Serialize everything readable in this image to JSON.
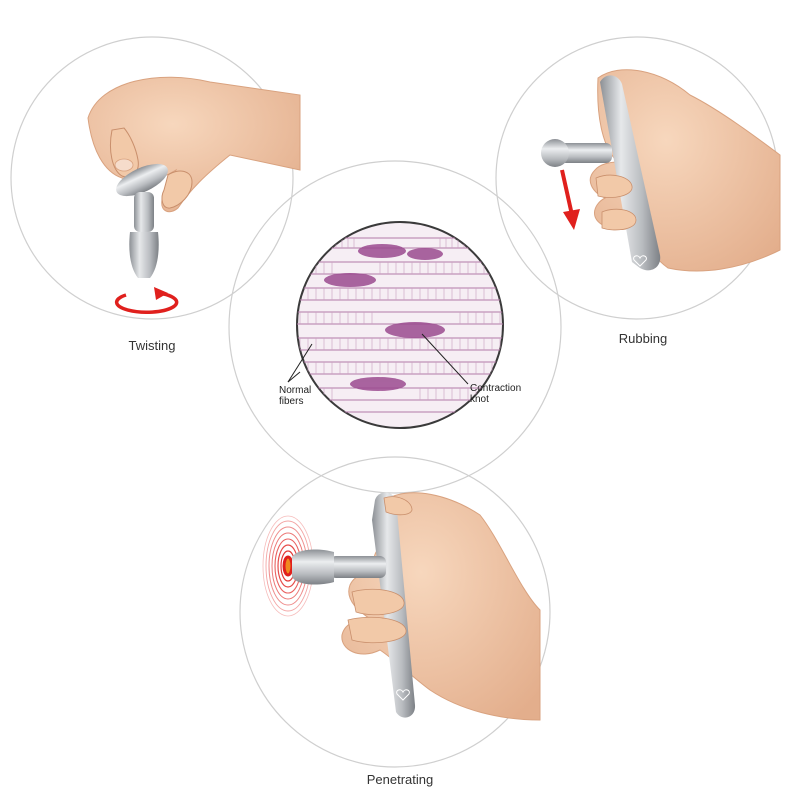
{
  "labels": {
    "twisting": "Twisting",
    "rubbing": "Rubbing",
    "penetrating": "Penetrating"
  },
  "micrograph": {
    "normal_fibers": [
      "Normal",
      "fibers"
    ],
    "contraction_knot": [
      "Contraction",
      "knot"
    ]
  },
  "colors": {
    "circle_stroke": "#cfcfcf",
    "skin": "#f2c9a8",
    "skin_shadow": "#d9a27f",
    "metal_light": "#e6e8ea",
    "metal_mid": "#b9bcc0",
    "metal_dark": "#8c9095",
    "arrow_red": "#e0201d",
    "fiber_pink": "#b37aa8",
    "knot_purple": "#9b4a8f"
  },
  "icons": [
    "rotation-arrow-icon",
    "down-arrow-icon",
    "vibration-rings-icon",
    "heart-logo-icon"
  ]
}
